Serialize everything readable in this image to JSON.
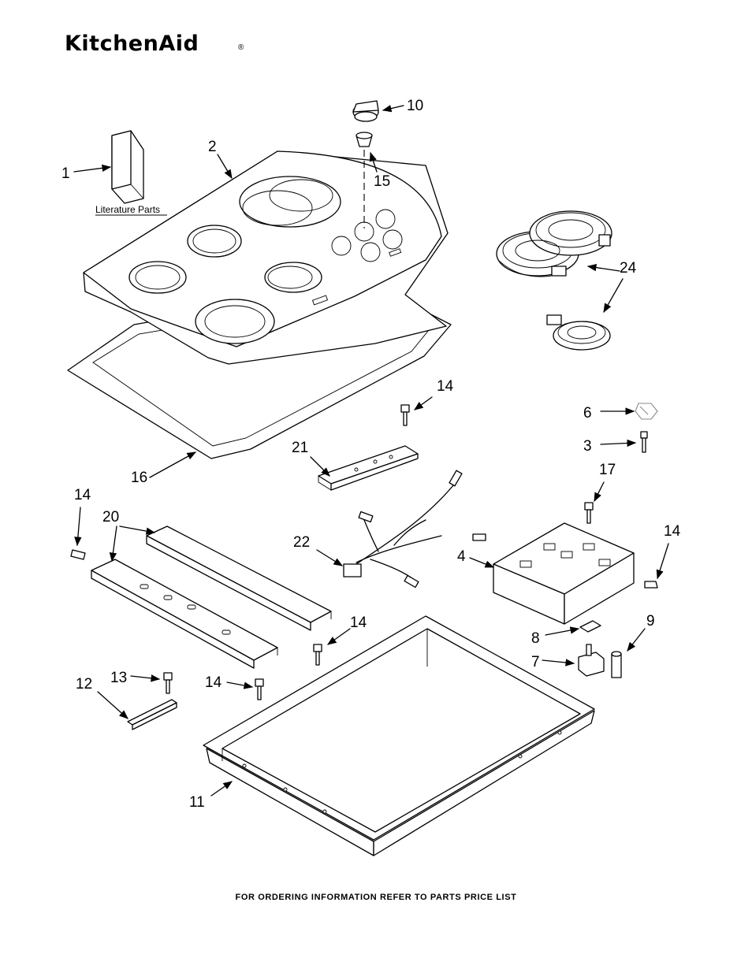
{
  "brand": {
    "name": "KitchenAid",
    "mark": "®"
  },
  "literature_label": "Literature Parts",
  "footer": "FOR ORDERING INFORMATION REFER TO PARTS PRICE LIST",
  "callouts": {
    "c1": "1",
    "c2": "2",
    "c3": "3",
    "c4": "4",
    "c6": "6",
    "c7": "7",
    "c8": "8",
    "c9": "9",
    "c10": "10",
    "c11": "11",
    "c12": "12",
    "c13": "13",
    "c14a": "14",
    "c14b": "14",
    "c14c": "14",
    "c14d": "14",
    "c14e": "14",
    "c15": "15",
    "c16": "16",
    "c17": "17",
    "c20": "20",
    "c21": "21",
    "c22": "22",
    "c24": "24"
  }
}
